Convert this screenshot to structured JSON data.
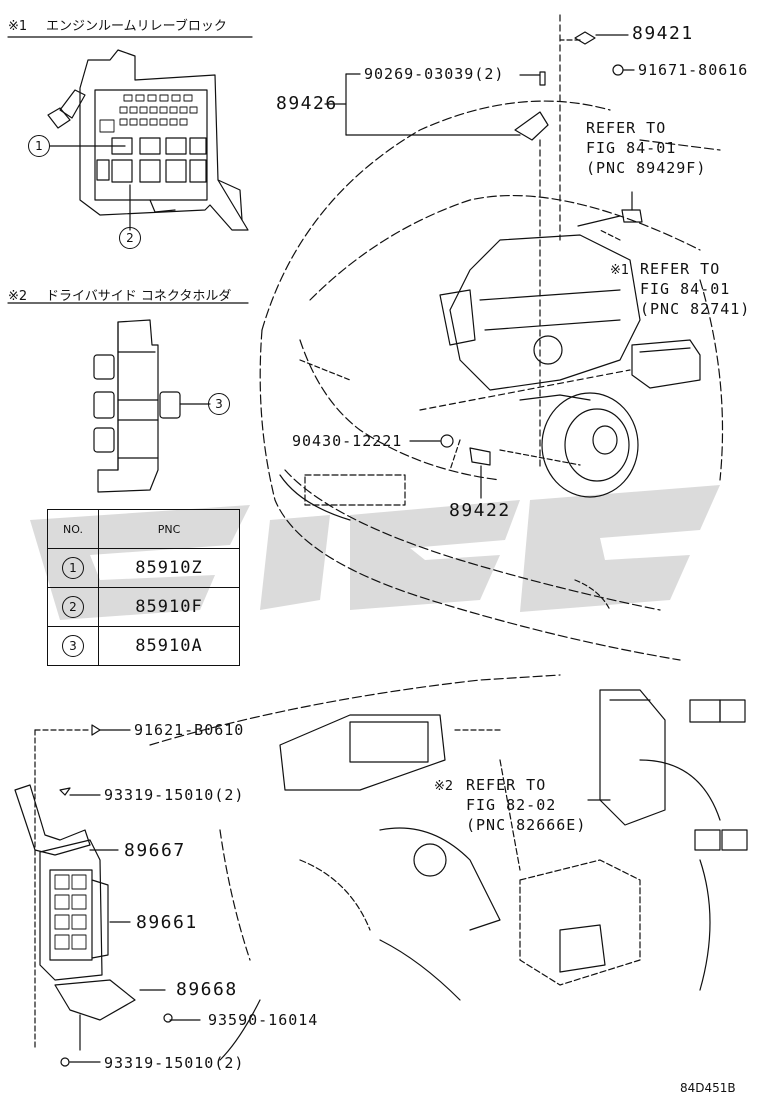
{
  "diagram": {
    "code": "84D451B",
    "relay_block": {
      "title": "エンジンルームリレーブロック",
      "mark": "※1",
      "callouts": [
        "1",
        "2"
      ]
    },
    "connector_holder": {
      "title": "ドライバサイド コネクタホルダ",
      "mark": "※2",
      "callouts": [
        "3"
      ]
    },
    "table": {
      "header_no": "NO.",
      "header_pnc": "PNC",
      "rows": [
        {
          "no": "1",
          "pnc": "85910Z"
        },
        {
          "no": "2",
          "pnc": "85910F"
        },
        {
          "no": "3",
          "pnc": "85910A"
        }
      ]
    },
    "parts": {
      "p89421": "89421",
      "p91671": "91671-80616",
      "p90269": "90269-03039(2)",
      "p89426": "89426",
      "p90430": "90430-12221",
      "p89422": "89422",
      "p91621": "91621-B0610",
      "p93319a": "93319-15010(2)",
      "p89667": "89667",
      "p89661": "89661",
      "p89668": "89668",
      "p93590": "93590-16014",
      "p93319b": "93319-15010(2)"
    },
    "refers": {
      "r1": [
        "REFER TO",
        "FIG 84-01",
        "(PNC 89429F)"
      ],
      "r2_mark": "※1",
      "r2": [
        "REFER TO",
        "FIG 84-01",
        "(PNC 82741)"
      ],
      "r3_mark": "※2",
      "r3": [
        "REFER TO",
        "FIG 82-02",
        "(PNC 82666E)"
      ]
    }
  }
}
